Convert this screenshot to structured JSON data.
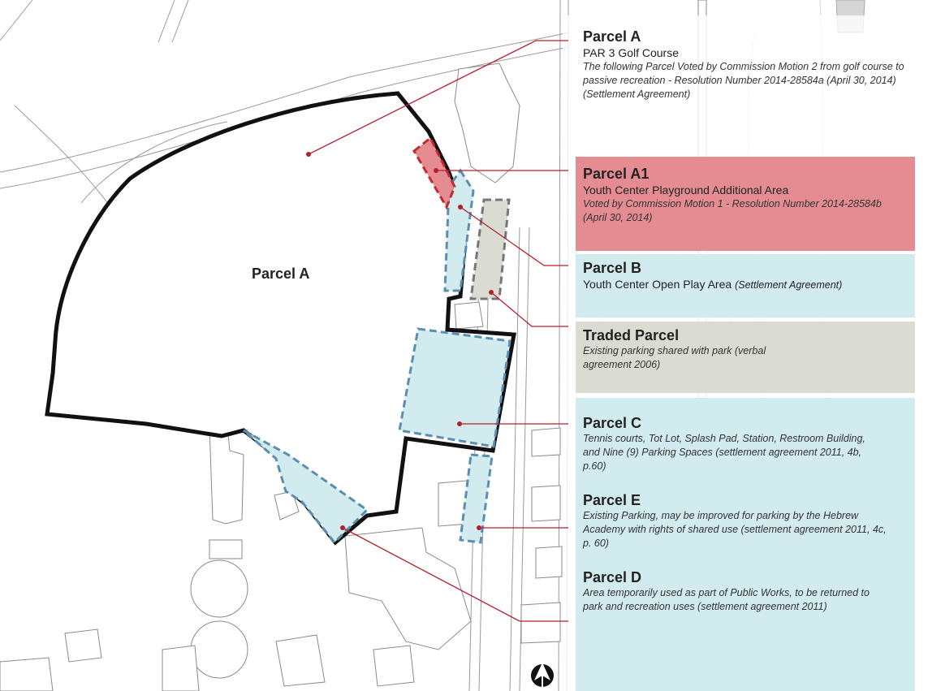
{
  "map_label": "Parcel A",
  "colors": {
    "red_fill": "#e58c92",
    "blue_fill": "#d2ebef",
    "gray_fill": "#dadcd4",
    "boundary": "#111111",
    "dash_blue": "#5b8fb1",
    "dash_red": "#c22a31",
    "leader": "#b3202a"
  },
  "panels": [
    {
      "id": "parcel-a",
      "title": "Parcel A",
      "subtitle": "PAR 3 Golf Course",
      "note": "The following Parcel Voted by Commission Motion 2 from golf course to passive recreation - Resolution Number 2014-28584a (April 30, 2014) (Settlement Agreement)"
    },
    {
      "id": "parcel-a1",
      "title": "Parcel A1",
      "subtitle": "Youth Center Playground Additional Area",
      "note": "Voted by Commission Motion 1 - Resolution Number 2014-28584b (April 30, 2014)"
    },
    {
      "id": "parcel-b",
      "title": "Parcel B",
      "subtitle": "Youth Center Open Play Area",
      "subtitle_note": "(Settlement Agreement)"
    },
    {
      "id": "traded-parcel",
      "title": "Traded Parcel",
      "note": "Existing parking shared with park (verbal agreement 2006)"
    },
    {
      "id": "parcel-c",
      "title": "Parcel C",
      "note": "Tennis courts, Tot Lot, Splash Pad, Station, Restroom Building, and Nine (9) Parking Spaces (settlement agreement 2011, 4b, p.60)"
    },
    {
      "id": "parcel-e",
      "title": "Parcel E",
      "note": "Existing Parking, may be improved for parking by the Hebrew Academy with rights of shared use (settlement agreement 2011, 4c, p. 60)"
    },
    {
      "id": "parcel-d",
      "title": "Parcel D",
      "note": "Area temporarily used as part of Public Works, to be returned to park and recreation uses (settlement agreement 2011)"
    }
  ]
}
